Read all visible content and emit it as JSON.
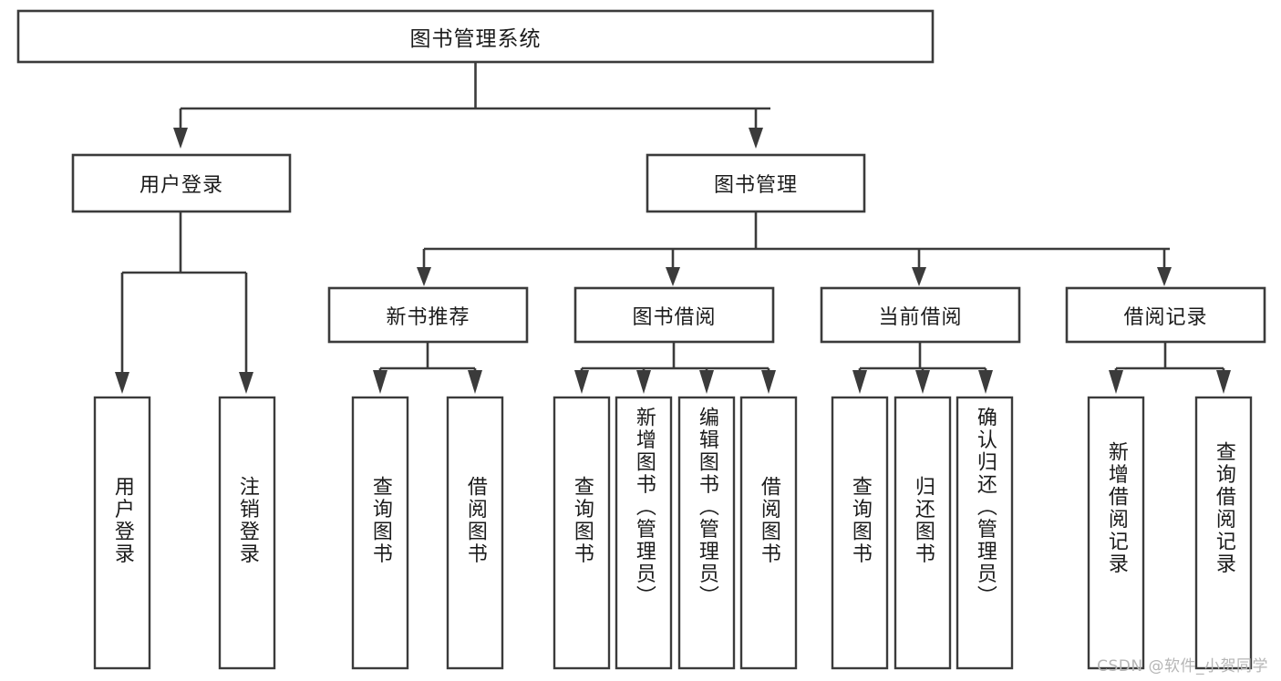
{
  "diagram": {
    "type": "tree-hierarchy",
    "title": "图书管理系统",
    "watermark": "CSDN @软件_小贺同学",
    "colors": {
      "stroke": "#3b3b3b",
      "fill": "#ffffff",
      "text": "#1b1b1b",
      "watermark": "#b6b6b6",
      "background": "#ffffff"
    },
    "root": {
      "id": "root",
      "label": "图书管理系统",
      "orientation": "horizontal"
    },
    "level2": [
      {
        "id": "user-login",
        "label": "用户登录",
        "orientation": "horizontal"
      },
      {
        "id": "book-management",
        "label": "图书管理",
        "orientation": "horizontal"
      }
    ],
    "level3": [
      {
        "id": "new-book-recommend",
        "label": "新书推荐",
        "orientation": "horizontal",
        "parent": "book-management"
      },
      {
        "id": "book-borrow",
        "label": "图书借阅",
        "orientation": "horizontal",
        "parent": "book-management"
      },
      {
        "id": "current-borrow",
        "label": "当前借阅",
        "orientation": "horizontal",
        "parent": "book-management"
      },
      {
        "id": "borrow-record",
        "label": "借阅记录",
        "orientation": "horizontal",
        "parent": "book-management"
      }
    ],
    "leaves": [
      {
        "id": "leaf-user-login",
        "label": "用户登录",
        "orientation": "vertical",
        "parent": "user-login"
      },
      {
        "id": "leaf-logout",
        "label": "注销登录",
        "orientation": "vertical",
        "parent": "user-login"
      },
      {
        "id": "leaf-query-book-1",
        "label": "查询图书",
        "orientation": "vertical",
        "parent": "new-book-recommend"
      },
      {
        "id": "leaf-borrow-book-1",
        "label": "借阅图书",
        "orientation": "vertical",
        "parent": "new-book-recommend"
      },
      {
        "id": "leaf-query-book-2",
        "label": "查询图书",
        "orientation": "vertical",
        "parent": "book-borrow"
      },
      {
        "id": "leaf-add-book",
        "label": "新增图书（管理员）",
        "orientation": "vertical",
        "parent": "book-borrow"
      },
      {
        "id": "leaf-edit-book",
        "label": "编辑图书（管理员）",
        "orientation": "vertical",
        "parent": "book-borrow"
      },
      {
        "id": "leaf-borrow-book-2",
        "label": "借阅图书",
        "orientation": "vertical",
        "parent": "book-borrow"
      },
      {
        "id": "leaf-query-book-3",
        "label": "查询图书",
        "orientation": "vertical",
        "parent": "current-borrow"
      },
      {
        "id": "leaf-return-book",
        "label": "归还图书",
        "orientation": "vertical",
        "parent": "current-borrow"
      },
      {
        "id": "leaf-confirm-return",
        "label": "确认归还（管理员）",
        "orientation": "vertical",
        "parent": "current-borrow"
      },
      {
        "id": "leaf-add-record",
        "label": "新增借阅记录",
        "orientation": "vertical",
        "parent": "borrow-record"
      },
      {
        "id": "leaf-query-record",
        "label": "查询借阅记录",
        "orientation": "vertical",
        "parent": "borrow-record"
      }
    ]
  }
}
